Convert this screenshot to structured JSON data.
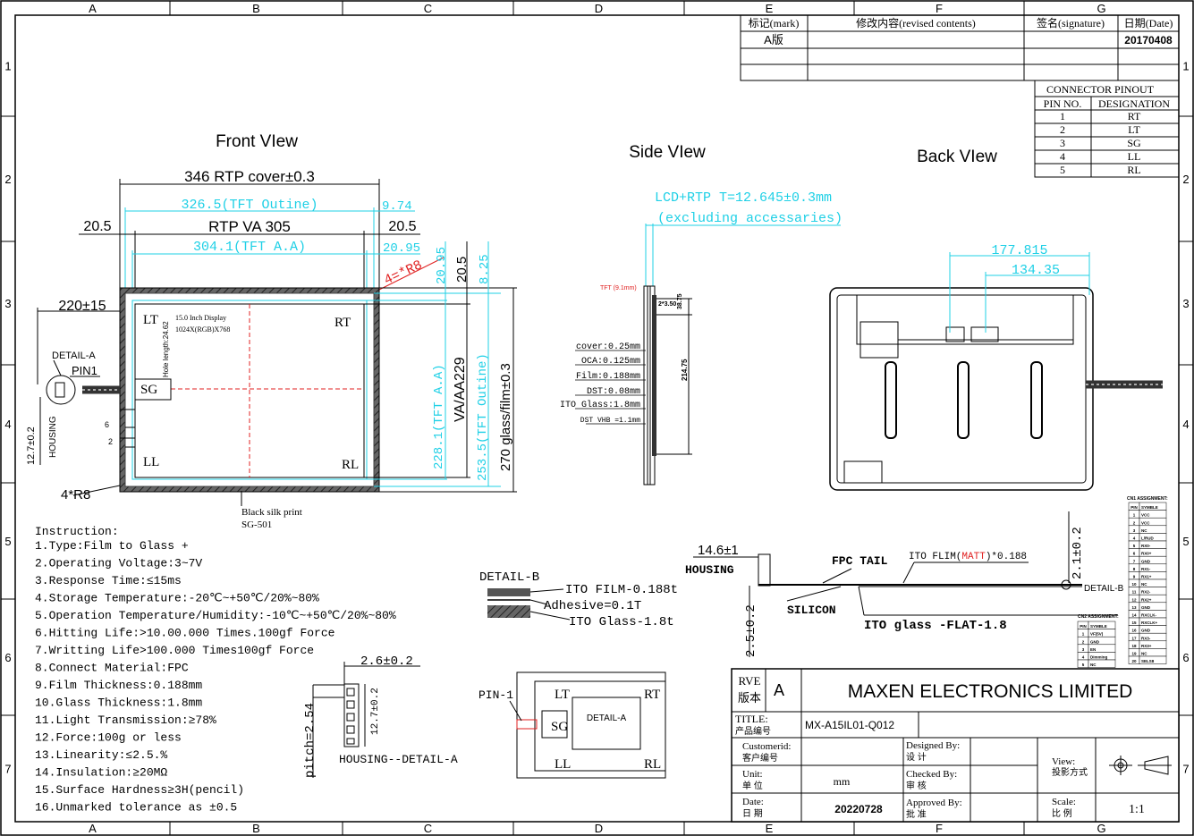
{
  "grid": {
    "columns": [
      "A",
      "B",
      "C",
      "D",
      "E",
      "F",
      "G"
    ],
    "rows": [
      "1",
      "2",
      "3",
      "4",
      "5",
      "6",
      "7"
    ]
  },
  "revision_table": {
    "headers": [
      "标记(mark)",
      "修改内容(revised contents)",
      "签名(signature)",
      "日期(Date)"
    ],
    "rows": [
      [
        "A版",
        "",
        "",
        "20170408"
      ]
    ]
  },
  "connector_pinout": {
    "title": "CONNECTOR PINOUT",
    "headers": [
      "PIN NO.",
      "DESIGNATION"
    ],
    "rows": [
      [
        "1",
        "RT"
      ],
      [
        "2",
        "LT"
      ],
      [
        "3",
        "SG"
      ],
      [
        "4",
        "LL"
      ],
      [
        "5",
        "RL"
      ]
    ]
  },
  "views": {
    "front": "Front VIew",
    "side": "Side VIew",
    "back": "Back VIew"
  },
  "front": {
    "cover": "346 RTP cover±0.3",
    "tft_outline": "326.5(TFT Outine)",
    "dim_974": "9.74",
    "left_205": "20.5",
    "right_205": "20.5",
    "rtp_va": "RTP VA 305",
    "tft_aa": "304.1(TFT A.A)",
    "dim_2095": "20.95",
    "radius_top": "4=*R8",
    "cable": "220±15",
    "detail_a": "DETAIL-A",
    "pin1": "PIN1",
    "housing": "HOUSING",
    "h127": "12.7±0.2",
    "lt": "LT",
    "rt": "RT",
    "sg": "SG",
    "ll": "LL",
    "rl": "RL",
    "display_line1": "15.0 Inch Display",
    "display_line2": "1024X(RGB)X768",
    "hole": "Hole length:24.62",
    "pin6": "6",
    "pin2": "2",
    "v2095": "20.95",
    "v205": "20.5",
    "v825": "8.25",
    "v228": "228.1(TFT A.A)",
    "va229": "VA/AA229",
    "v2535": "253.5(TFT Outine)",
    "v270": "270 glass/film±0.3",
    "radius_bottom": "4*R8",
    "silk1": "Black silk print",
    "silk2": "SG-501"
  },
  "side": {
    "lcd_rtp": "LCD+RTP T=12.645±0.3mm",
    "excl": "(excluding accessaries)",
    "tft": "TFT (9.1mm)",
    "d1": "2*3.50",
    "d2": "38.75",
    "d3": "214.75",
    "layers": [
      "cover:0.25mm",
      "OCA:0.125mm",
      "Film:0.188mm",
      "DST:0.08mm",
      "ITO Glass:1.8mm",
      "DST VHB =1.1mm"
    ]
  },
  "back": {
    "d1": "177.815",
    "d2": "134.35"
  },
  "instructions": {
    "title": "Instruction:",
    "items": [
      "1.Type:Film to Glass +",
      "2.Operating Voltage:3~7V",
      "3.Response Time:≤15ms",
      "4.Storage Temperature:-20℃~+50℃/20%~80%",
      "5.Operation Temperature/Humidity:-10℃~+50℃/20%~80%",
      "6.Hitting Life:>10.00.000 Times.100gf Force",
      "7.Writting Life>100.000 Times100gf Force",
      "8.Connect Material:FPC",
      "9.Film Thickness:0.188mm",
      "10.Glass Thickness:1.8mm",
      "11.Light Transmission:≥78%",
      "12.Force:100g or less",
      "13.Linearity:≤2.5.%",
      "14.Insulation:≥20MΩ",
      "15.Surface Hardness≥3H(pencil)",
      "16.Unmarked tolerance as ±0.5"
    ]
  },
  "detail_b": {
    "title": "DETAIL-B",
    "film": "ITO FILM-0.188t",
    "adhesive": "Adhesive=0.1T",
    "glass": "ITO Glass-1.8t"
  },
  "housing_detail": {
    "dim": "2.6±0.2",
    "pitch": "pitch=2.54",
    "h": "12.7±0.2",
    "label": "HOUSING--DETAIL-A"
  },
  "detail_a_box": {
    "pin": "PIN-1",
    "lt": "LT",
    "rt": "RT",
    "sg": "SG",
    "ll": "LL",
    "rl": "RL",
    "label": "DETAIL-A"
  },
  "fpc": {
    "width": "14.6±1",
    "housing": "HOUSING",
    "tail": "FPC TAIL",
    "film_pre": "ITO FLIM(",
    "matt": "MATT",
    "film_post": ")*0.188",
    "silicon": "SILICON",
    "glass": "ITO glass  -FLAT-1.8",
    "d25": "2.5±0.2",
    "d21": "2.1±0.2",
    "detail_b": "DETAIL-B"
  },
  "cn1": {
    "title": "CN1 ASSIGNMENT:",
    "headers": [
      "PIN",
      "SYMBLE"
    ],
    "rows": [
      [
        "1",
        "VCC"
      ],
      [
        "2",
        "VCC"
      ],
      [
        "3",
        "NC"
      ],
      [
        "4",
        "L/RUD"
      ],
      [
        "5",
        "RX0-"
      ],
      [
        "6",
        "RX0+"
      ],
      [
        "7",
        "GND"
      ],
      [
        "8",
        "RX1-"
      ],
      [
        "9",
        "RX1+"
      ],
      [
        "10",
        "NC"
      ],
      [
        "11",
        "RX2-"
      ],
      [
        "12",
        "RX2+"
      ],
      [
        "13",
        "GND"
      ],
      [
        "14",
        "RXCLK-"
      ],
      [
        "15",
        "RXCLK+"
      ],
      [
        "16",
        "GND"
      ],
      [
        "17",
        "RX3-"
      ],
      [
        "18",
        "RX3+"
      ],
      [
        "19",
        "NC"
      ],
      [
        "20",
        "SELS8"
      ]
    ]
  },
  "cn2": {
    "title": "CN2 ASSIGNMENT:",
    "headers": [
      "PIN",
      "SYMBLE"
    ],
    "rows": [
      [
        "1",
        "VF(5V)"
      ],
      [
        "2",
        "GND"
      ],
      [
        "3",
        "EN"
      ],
      [
        "4",
        "Dimming"
      ],
      [
        "5",
        "NC"
      ]
    ]
  },
  "title_block": {
    "rve_label": "RVE",
    "rve_label_cn": "版本",
    "rve_value": "A",
    "company": "MAXEN ELECTRONICS LIMITED",
    "title_label": "TITLE:",
    "title_label_cn": "产品编号",
    "title_value": "MX-A15IL01-Q012",
    "customer_label": "Customerid:",
    "customer_label_cn": "客户编号",
    "unit_label": "Unit:",
    "unit_label_cn": "单 位",
    "unit_value": "mm",
    "date_label": "Date:",
    "date_label_cn": "日 期",
    "date_value": "20220728",
    "designed_label": "Designed By:",
    "designed_label_cn": "设 计",
    "checked_label": "Checked By:",
    "checked_label_cn": "审 核",
    "approved_label": "Approved By:",
    "approved_label_cn": "批 准",
    "view_label": "View:",
    "view_label_cn": "投影方式",
    "scale_label": "Scale:",
    "scale_label_cn": "比 例",
    "scale_value": "1:1"
  },
  "colors": {
    "cyan": "#1fd0e6",
    "red": "#e02020",
    "frame": "#000000"
  }
}
